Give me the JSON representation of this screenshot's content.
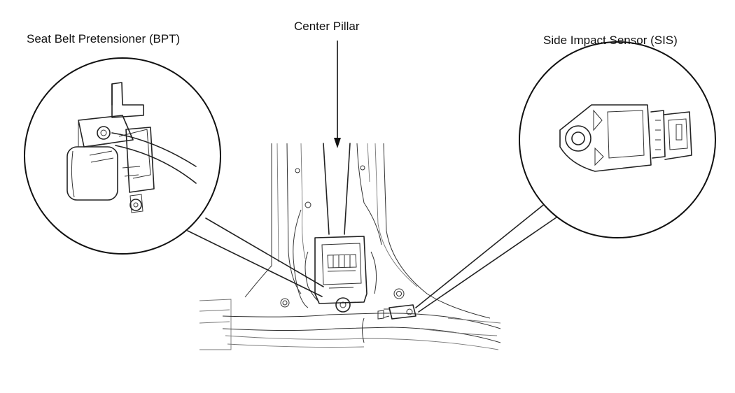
{
  "labels": {
    "bpt": "Seat Belt Pretensioner (BPT)",
    "pillar": "Center Pillar",
    "sis": "Side Impact Sensor (SIS)"
  }
}
